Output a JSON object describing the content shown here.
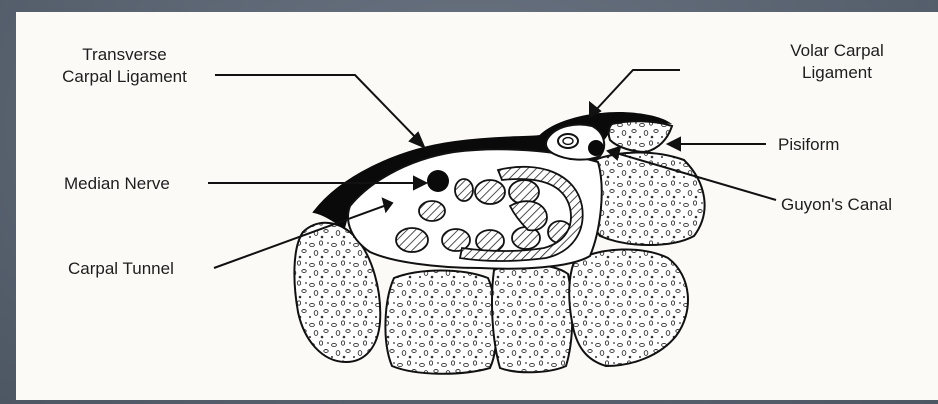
{
  "labels": {
    "transverse_carpal_ligament": [
      "Transverse",
      "Carpal Ligament"
    ],
    "median_nerve": "Median Nerve",
    "carpal_tunnel": "Carpal Tunnel",
    "volar_carpal_ligament": [
      "Volar Carpal",
      "Ligament"
    ],
    "pisiform": "Pisiform",
    "guyons_canal": "Guyon's Canal"
  }
}
